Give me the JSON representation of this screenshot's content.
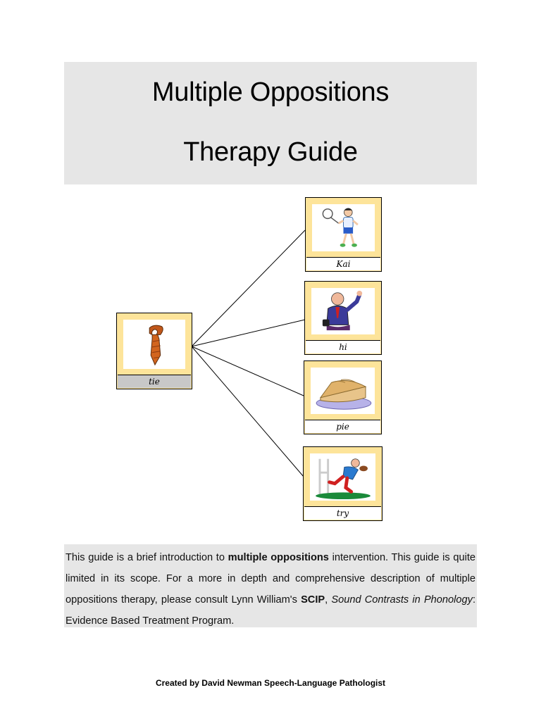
{
  "title": {
    "line1": "Multiple Oppositions",
    "line2": "Therapy Guide"
  },
  "cards": {
    "main": {
      "label": "tie",
      "icon": "tie-icon"
    },
    "targets": [
      {
        "label": "Kai",
        "icon": "boy-tennis-icon"
      },
      {
        "label": "hi",
        "icon": "man-waving-icon"
      },
      {
        "label": "pie",
        "icon": "pie-icon"
      },
      {
        "label": "try",
        "icon": "rugby-player-icon"
      }
    ]
  },
  "intro": {
    "p1": "This guide is a brief introduction to ",
    "b1": "multiple oppositions",
    "p2": " intervention. This guide is quite limited in its scope. For a more in depth and comprehensive description of multiple oppositions therapy, please consult Lynn William's ",
    "b2": "SCIP",
    "p3": ", ",
    "i1": "Sound Contrasts in Phonology",
    "p4": ": Evidence Based Treatment Program."
  },
  "footer": "Created by David Newman Speech-Language Pathologist",
  "colors": {
    "card_border": "#fde49a",
    "title_bg": "#e6e6e6"
  }
}
